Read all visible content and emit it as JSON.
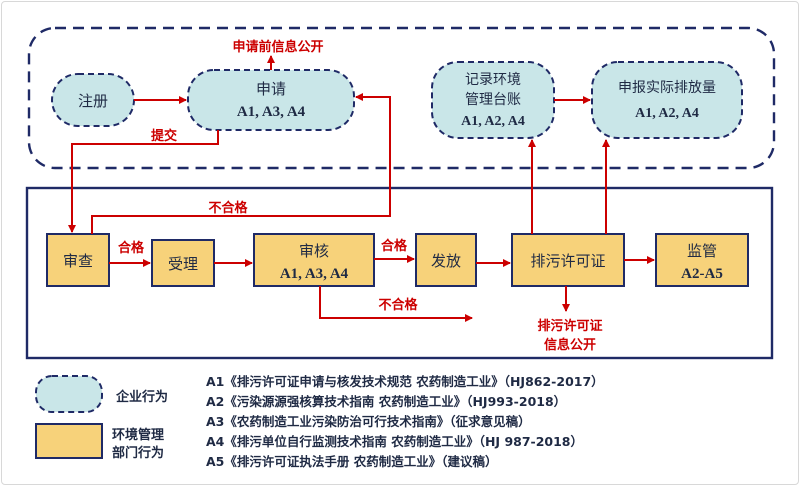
{
  "enterprise": {
    "register": "注册",
    "apply_title": "申请",
    "apply_codes": "A1, A3, A4",
    "pre_disclosure": "申请前信息公开",
    "ledger_line1": "记录环境",
    "ledger_line2": "管理台账",
    "ledger_codes": "A1, A2, A4",
    "report_title": "申报实际排放量",
    "report_codes": "A1, A2, A4",
    "submit": "提交"
  },
  "authority": {
    "review": "审查",
    "accept": "受理",
    "audit_title": "审核",
    "audit_codes": "A1, A3, A4",
    "issue": "发放",
    "permit": "排污许可证",
    "supervise_title": "监管",
    "supervise_codes": "A2-A5",
    "qualified_1": "合格",
    "qualified_2": "合格",
    "unqualified_top": "不合格",
    "unqualified_bottom": "不合格",
    "permit_disclosure_line1": "排污许可证",
    "permit_disclosure_line2": "信息公开"
  },
  "legend": {
    "enterprise_label": "企业行为",
    "authority_label_line1": "环境管理",
    "authority_label_line2": "部门行为",
    "refs": [
      "A1《排污许可证申请与核发技术规范 农药制造工业》（HJ862-2017）",
      "A2《污染源源强核算技术指南 农药制造工业》（HJ993-2018）",
      "A3《农药制造工业污染防治可行技术指南》（征求意见稿）",
      "A4《排污单位自行监测技术指南 农药制造工业》（HJ 987-2018）",
      "A5《排污许可证执法手册 农药制造工业》（建议稿）"
    ]
  },
  "colors": {
    "teal_fill": "#c9e6e8",
    "gold_fill": "#f7d27a",
    "navy": "#1f2a66",
    "red": "#cc0000"
  }
}
